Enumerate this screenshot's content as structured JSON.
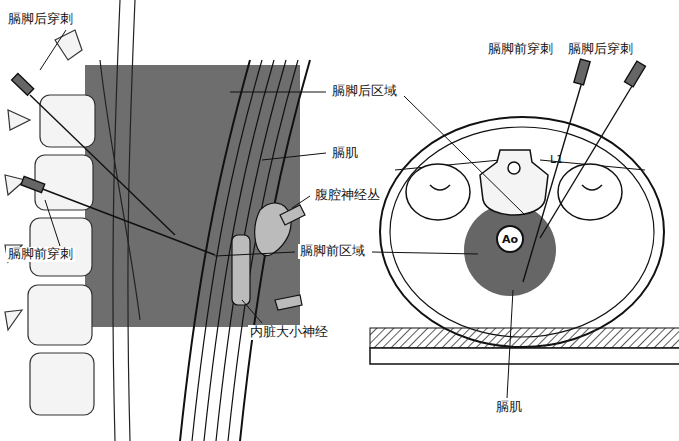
{
  "diagram": {
    "nodes": [
      {
        "text": [
          "Ao"
        ]
      }
    ],
    "edges": [],
    "labels": [
      "膈脚后穿刺",
      "膈脚后区域",
      "膈肌",
      "腹腔神经丛",
      "膈脚前穿刺",
      "膈脚前区域",
      "内脏大小神经",
      "膈脚前穿刺",
      "膈脚后穿刺",
      "L1",
      "膈肌"
    ]
  }
}
